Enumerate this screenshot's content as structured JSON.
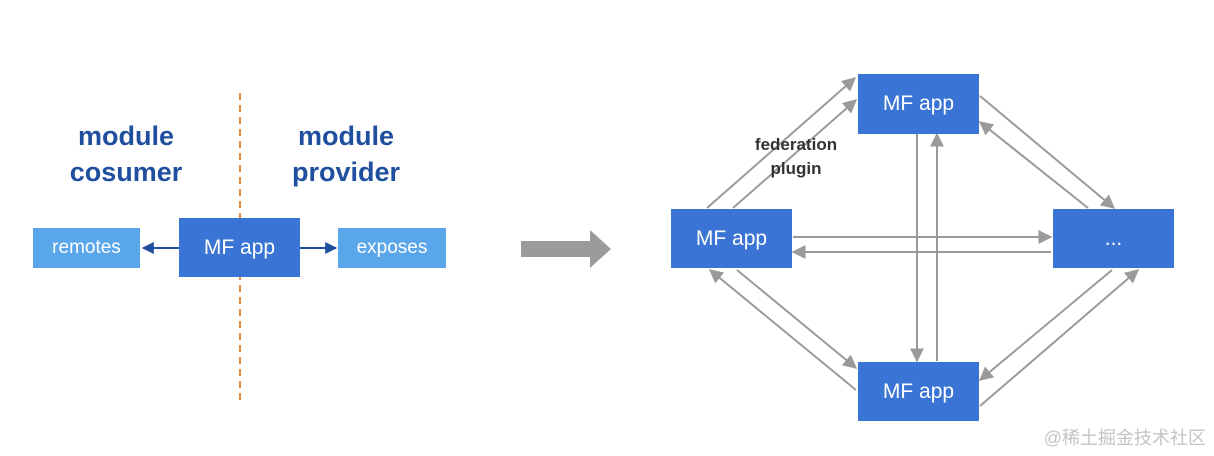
{
  "left": {
    "consumer_heading": "module\ncosumer",
    "provider_heading": "module\nprovider",
    "center_box": "MF app",
    "remotes_box": "remotes",
    "exposes_box": "exposes"
  },
  "right": {
    "top_box": "MF app",
    "left_box": "MF app",
    "bottom_box": "MF app",
    "right_box": "...",
    "plugin_note": "federation\nplugin"
  },
  "colors": {
    "app_box": "#3a74d4",
    "leaf_box": "#5aa6ea",
    "heading": "#1f4f9e",
    "divider": "#e5892e",
    "connector": "#9a9a9a",
    "left_arrow": "#1f4f9e",
    "transition_arrow": "#9b9b9b"
  },
  "watermark": "@稀土掘金技术社区"
}
